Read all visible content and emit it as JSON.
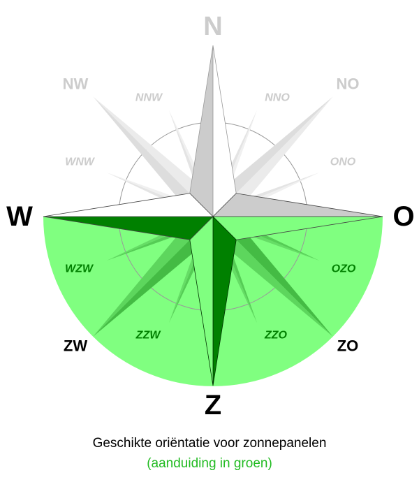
{
  "compass": {
    "cardinal": {
      "north": "N",
      "east": "O",
      "south": "Z",
      "west": "W"
    },
    "intercardinal": {
      "nw": "NW",
      "ne": "NO",
      "sw": "ZW",
      "se": "ZO"
    },
    "secondary": {
      "nnw": "NNW",
      "nne": "NNO",
      "wnw": "WNW",
      "ene": "ONO",
      "wsw": "WZW",
      "ese": "OZO",
      "ssw": "ZZW",
      "sse": "ZZO"
    }
  },
  "caption": {
    "line1": "Geschikte oriëntatie voor zonnepanelen",
    "line2": "(aanduiding in groen)"
  },
  "colors": {
    "suitable_area": "#80ff80",
    "dark_green": "#008000",
    "label_green": "#008000",
    "inactive_gray": "#cccccc",
    "caption_green": "#22bb22"
  }
}
